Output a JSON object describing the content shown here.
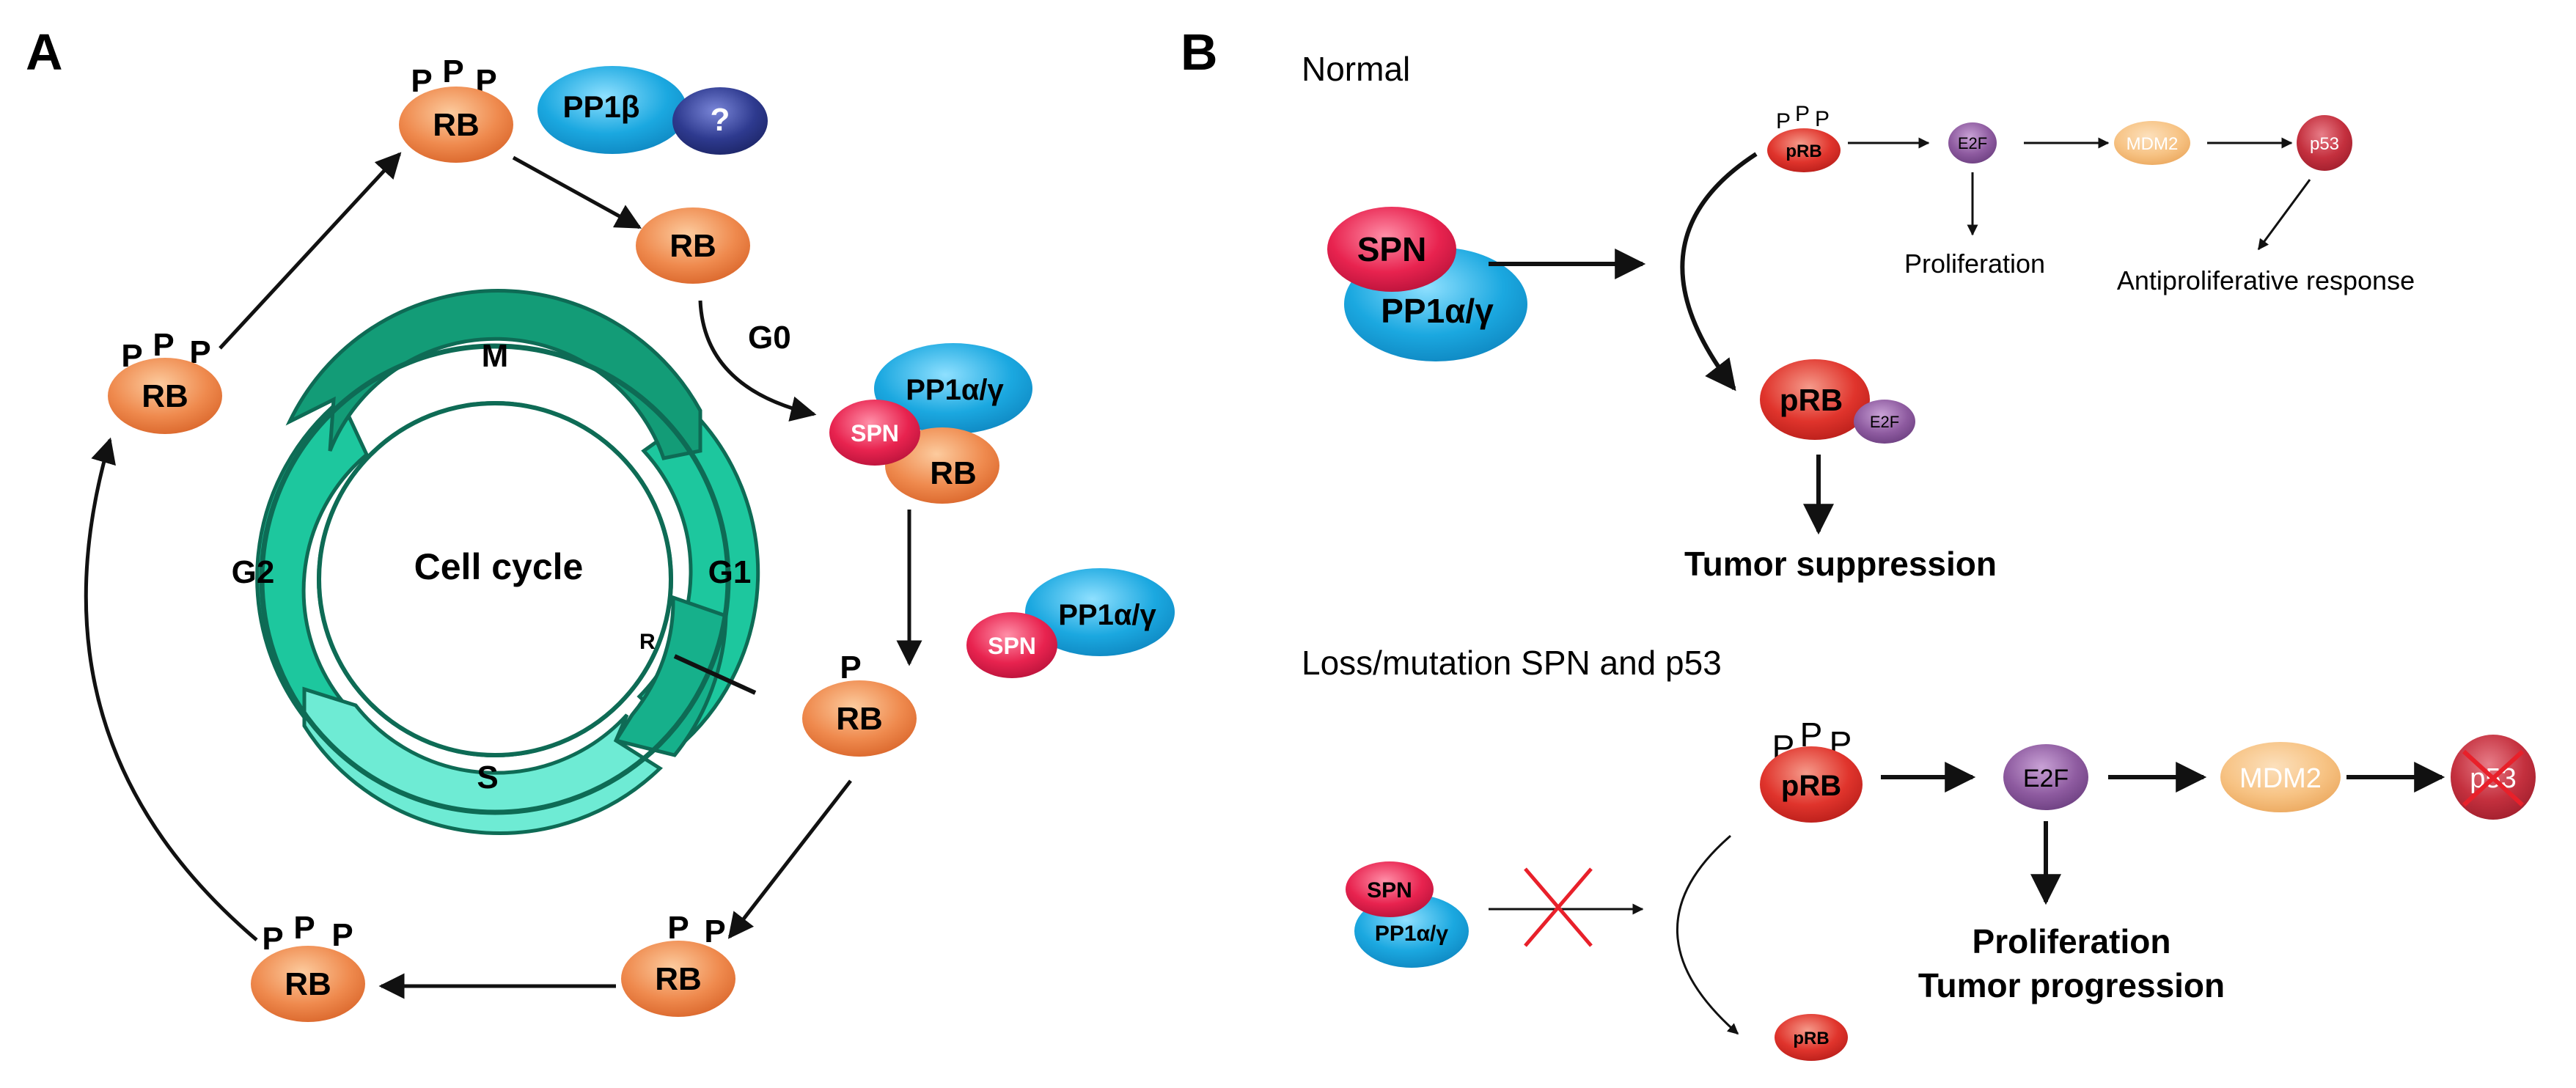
{
  "panel_a": {
    "label": "A",
    "cycle_title": "Cell cycle",
    "phases": {
      "m": "M",
      "g1": "G1",
      "s": "S",
      "g2": "G2"
    },
    "restriction_point": "R",
    "g0": "G0",
    "rb": "RB",
    "p": "P",
    "pp1b": "PP1β",
    "unknown": "?",
    "spn": "SPN",
    "pp1ag": "PP1α/γ"
  },
  "panel_b": {
    "label": "B",
    "normal": {
      "heading": "Normal",
      "spn": "SPN",
      "pp1ag": "PP1α/γ",
      "prb": "pRB",
      "e2f": "E2F",
      "mdm2": "MDM2",
      "p53": "p53",
      "p": "P",
      "proliferation": "Proliferation",
      "antiproliferative": "Antiproliferative response",
      "tumor_suppression": "Tumor suppression"
    },
    "loss": {
      "heading": "Loss/mutation SPN and p53",
      "spn": "SPN",
      "pp1ag": "PP1α/γ",
      "prb": "pRB",
      "e2f": "E2F",
      "mdm2": "MDM2",
      "p53": "p53",
      "p": "P",
      "proliferation": "Proliferation",
      "tumor_progression": "Tumor progression"
    }
  },
  "colors": {
    "rb_orange": "#E8743B",
    "rb_light": "#F7B98A",
    "spn_pink": "#E8234F",
    "pp1_blue": "#1BA8E0",
    "unknown_navy": "#2E3A8F",
    "m_phase": "#139C77",
    "g1_phase": "#1DC79E",
    "s_phase": "#6EEBD4",
    "ring_border": "#0E6B55",
    "prb_red": "#E0342C",
    "e2f_purple": "#8E5BA0",
    "mdm2_peach": "#F7C384",
    "p53_red": "#C4303E",
    "cross_red": "#E8202A"
  }
}
